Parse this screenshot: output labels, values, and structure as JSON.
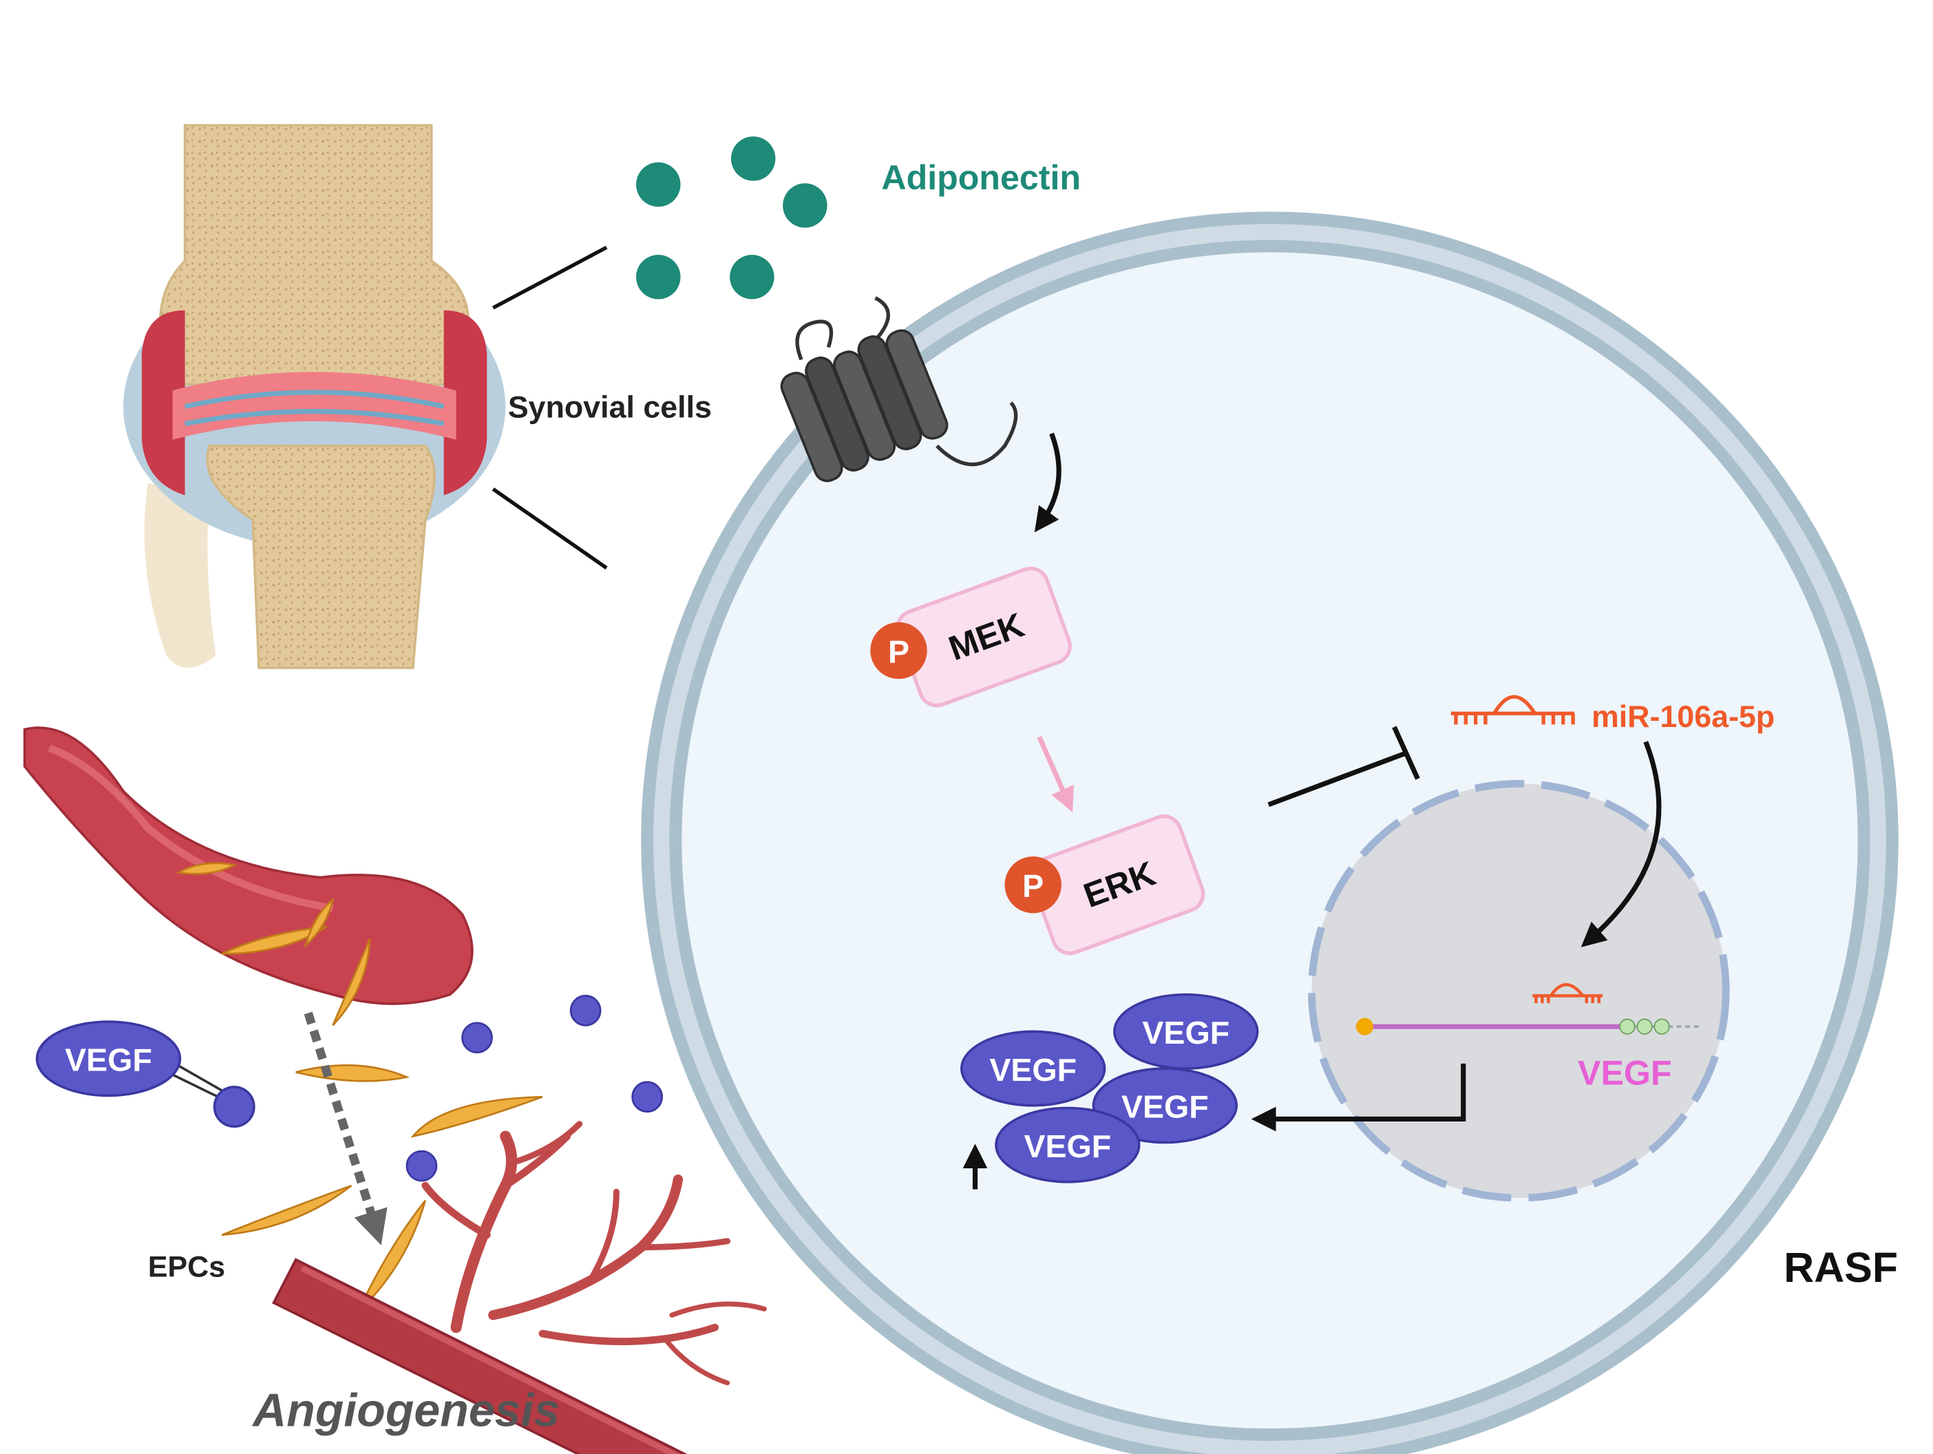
{
  "labels": {
    "adiponectin": "Adiponectin",
    "synovial_cells": "Synovial cells",
    "mek": "MEK",
    "erk": "ERK",
    "phospho": "P",
    "mirna": "miR-106a-5p",
    "vegf": "VEGF",
    "nucleus_vegf": "VEGF",
    "rasf": "RASF",
    "epcs": "EPCs",
    "angiogenesis": "Angiogenesis"
  },
  "colors": {
    "adiponectin": "#1e8a78",
    "membrane": "#a9bfcc",
    "cytoplasm": "#eef5fb",
    "nucleus": "#d9dbde",
    "vegf": "#5a57c9",
    "phospho": "#e0542c",
    "kinase_box": "#fae0ee",
    "mirna": "#f05a2a",
    "nucleus_vegf": "#e760d6",
    "vessel": "#c8434f",
    "epc": "#f0b040"
  }
}
